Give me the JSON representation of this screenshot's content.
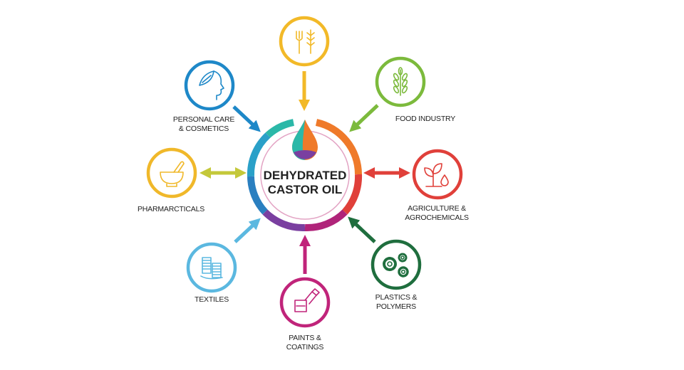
{
  "center": {
    "line1": "DEHYDRATED",
    "line2": "CASTOR OIL"
  },
  "nodes": {
    "food_top": {
      "icon": "fork-wheat-icon",
      "color": "#f2b928"
    },
    "personal_care": {
      "line1": "PERSONAL CARE",
      "line2": "& COSMETICS",
      "icon": "face-leaf-icon",
      "color": "#1e88c8"
    },
    "food_industry": {
      "line1": "FOOD INDUSTRY",
      "icon": "wheat-icon",
      "color": "#7cba3c"
    },
    "pharmaceuticals": {
      "line1": "PHARMARCTICALS",
      "icon": "mortar-pestle-icon",
      "color": "#f0b82a"
    },
    "agriculture": {
      "line1": "AGRICULTURE &",
      "line2": "AGROCHEMICALS",
      "icon": "sprout-drop-icon",
      "color": "#e0403a"
    },
    "textiles": {
      "line1": "TEXTILES",
      "icon": "thread-spools-icon",
      "color": "#5bb8e0"
    },
    "paints": {
      "line1": "PAINTS &",
      "line2": "COATINGS",
      "icon": "paint-brush-icon",
      "color": "#c0247a"
    },
    "plastics": {
      "line1": "PLASTICS &",
      "line2": "POLYMERS",
      "icon": "gears-icon",
      "color": "#1f6e3e"
    }
  },
  "arrow_colors": {
    "pharma": "#c4c83a"
  }
}
